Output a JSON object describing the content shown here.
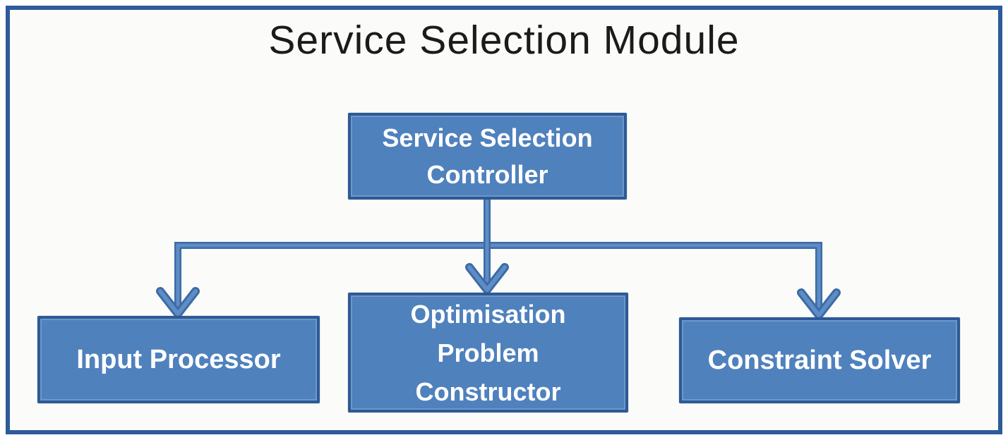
{
  "title": "Service Selection Module",
  "nodes": {
    "controller": {
      "label": "Service Selection Controller",
      "lines": [
        "Service Selection",
        "Controller"
      ]
    },
    "input_processor": {
      "label": "Input Processor",
      "lines": [
        "Input Processor"
      ]
    },
    "optimisation_problem_constructor": {
      "label": "Optimisation Problem Constructor",
      "lines": [
        "Optimisation",
        "Problem",
        "Constructor"
      ]
    },
    "constraint_solver": {
      "label": "Constraint Solver",
      "lines": [
        "Constraint Solver"
      ]
    }
  },
  "edges": [
    {
      "from": "controller",
      "to": "input_processor"
    },
    {
      "from": "controller",
      "to": "optimisation_problem_constructor"
    },
    {
      "from": "controller",
      "to": "constraint_solver"
    }
  ],
  "colors": {
    "outer_border": "#2e5b9a",
    "canvas_bg": "#fbfbf9",
    "title_color": "#1b1b1b",
    "box_fill": "#4f81bd",
    "box_border": "#2d5a96",
    "box_text": "#ffffff",
    "connector_dark": "#3c6ba6",
    "connector_light": "#5e8cc4"
  }
}
